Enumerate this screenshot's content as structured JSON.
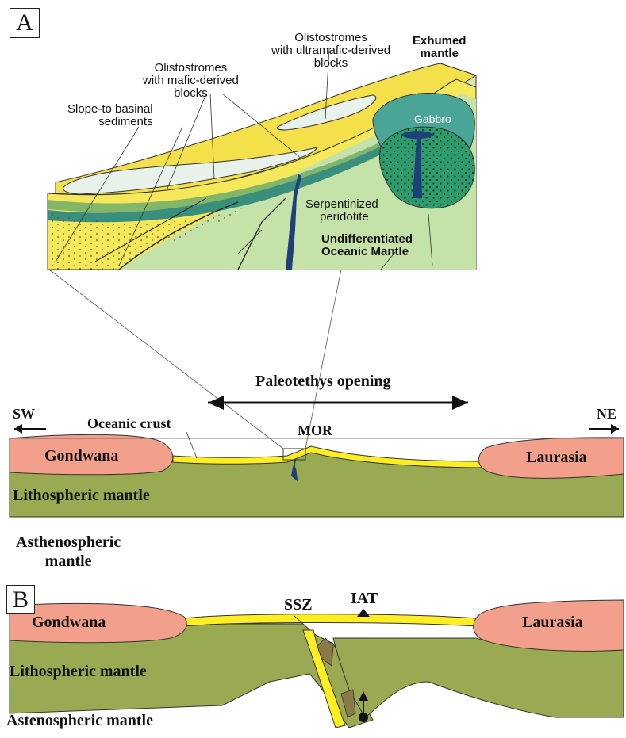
{
  "panel_a": {
    "letter": "A",
    "inset_labels": {
      "olistostromes_ultramafic": [
        "Olistostromes",
        "with ultramafic-derived",
        "blocks"
      ],
      "exhumed_mantle": [
        "Exhumed",
        "mantle"
      ],
      "olistostromes_mafic": [
        "Olistostromes",
        "with mafic-derived",
        "blocks"
      ],
      "slope_sediments": [
        "Slope-to basinal",
        "sediments"
      ],
      "gabbro": "Gabbro",
      "serpentinized": [
        "Serpentinized",
        "peridotite"
      ],
      "undifferentiated": [
        "Undifferentiated",
        "Oceanic Mantle"
      ]
    },
    "section_labels": {
      "opening": "Paleotethys opening",
      "sw": "SW",
      "ne": "NE",
      "oceanic_crust": "Oceanic crust",
      "mor": "MOR",
      "gondwana": "Gondwana",
      "laurasia": "Laurasia",
      "lithospheric": "Lithospheric mantle",
      "asthenospheric": [
        "Asthenospheric",
        "mantle"
      ]
    }
  },
  "panel_b": {
    "letter": "B",
    "labels": {
      "ssz": "SSZ",
      "iat": "IAT",
      "gondwana": "Gondwana",
      "laurasia": "Laurasia",
      "lithospheric": "Lithospheric mantle",
      "astenospheric": "Astenospheric mantle"
    }
  },
  "colors": {
    "continent": "#f2a08c",
    "mantle": "#9aaa52",
    "crust": "#ffee22",
    "sediment": "#f5e85a",
    "serpentinite": "#c5e2a8",
    "gabbro": "#2f9a6c",
    "dike": "#1e3f7a",
    "olistostrome": "#e8f1ea"
  }
}
